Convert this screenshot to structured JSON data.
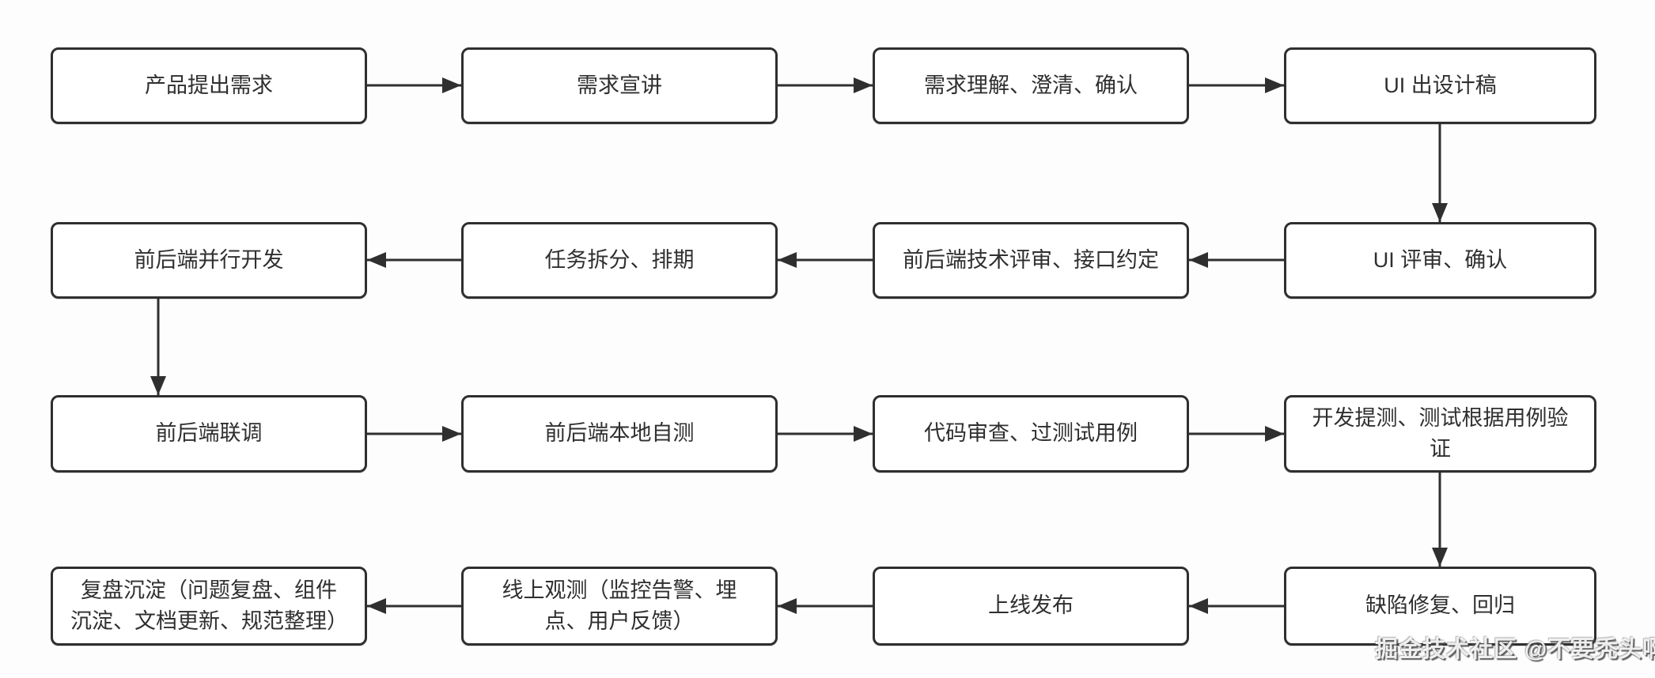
{
  "diagram": {
    "nodes": {
      "r1c1": "产品提出需求",
      "r1c2": "需求宣讲",
      "r1c3": "需求理解、澄清、确认",
      "r1c4": "UI 出设计稿",
      "r2c1": "前后端并行开发",
      "r2c2": "任务拆分、排期",
      "r2c3": "前后端技术评审、接口约定",
      "r2c4": "UI 评审、确认",
      "r3c1": "前后端联调",
      "r3c2": "前后端本地自测",
      "r3c3": "代码审查、过测试用例",
      "r3c4": "开发提测、测试根据用例验证",
      "r4c1": "复盘沉淀（问题复盘、组件沉淀、文档更新、规范整理）",
      "r4c2": "线上观测（监控告警、埋点、用户反馈）",
      "r4c3": "上线发布",
      "r4c4": "缺陷修复、回归"
    },
    "edges": [
      {
        "from": "r1c1",
        "to": "r1c2"
      },
      {
        "from": "r1c2",
        "to": "r1c3"
      },
      {
        "from": "r1c3",
        "to": "r1c4"
      },
      {
        "from": "r1c4",
        "to": "r2c4"
      },
      {
        "from": "r2c4",
        "to": "r2c3"
      },
      {
        "from": "r2c3",
        "to": "r2c2"
      },
      {
        "from": "r2c2",
        "to": "r2c1"
      },
      {
        "from": "r2c1",
        "to": "r3c1"
      },
      {
        "from": "r3c1",
        "to": "r3c2"
      },
      {
        "from": "r3c2",
        "to": "r3c3"
      },
      {
        "from": "r3c3",
        "to": "r3c4"
      },
      {
        "from": "r3c4",
        "to": "r4c4"
      },
      {
        "from": "r4c4",
        "to": "r4c3"
      },
      {
        "from": "r4c3",
        "to": "r4c2"
      },
      {
        "from": "r4c2",
        "to": "r4c1"
      }
    ],
    "colors": {
      "line": "#2f2f2f",
      "box_border": "#2f2f2f",
      "box_fill": "#ffffff",
      "text": "#2f2f2f",
      "background": "#fdfdfd"
    }
  },
  "watermark": "掘金技术社区 @不要秃头啊"
}
